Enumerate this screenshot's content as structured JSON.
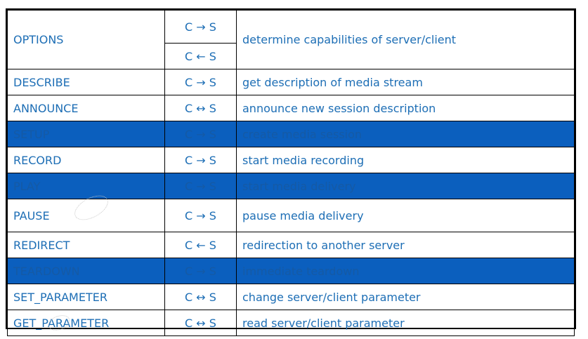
{
  "rows": [
    {
      "method": "OPTIONS",
      "dir1": "C → S",
      "dir2": "C ← S",
      "desc": "determine capabilities of server/client"
    },
    {
      "method": "DESCRIBE",
      "dir": "C → S",
      "desc": "get description of media stream"
    },
    {
      "method": "ANNOUNCE",
      "dir": "C ↔ S",
      "desc": "announce new session description"
    },
    {
      "method": "SETUP",
      "dir": "C → S",
      "desc": "create media session"
    },
    {
      "method": "RECORD",
      "dir": "C → S",
      "desc": "start media recording"
    },
    {
      "method": "PLAY",
      "dir": "C → S",
      "desc": "start media delivery"
    },
    {
      "method": "PAUSE",
      "dir": "C → S",
      "desc": "pause media delivery"
    },
    {
      "method": "REDIRECT",
      "dir": "C ← S",
      "desc": "redirection to another server"
    },
    {
      "method": "TEARDOWN",
      "dir": "C → S",
      "desc": "immediate teardown"
    },
    {
      "method": "SET_PARAMETER",
      "dir": "C ↔ S",
      "desc": "change server/client parameter"
    },
    {
      "method": "GET_PARAMETER",
      "dir": "C ↔ S",
      "desc": "read server/client parameter"
    }
  ],
  "colors": {
    "text": "#1d6eb5",
    "highlight_row": "#0b5fbe",
    "border": "#000000"
  }
}
